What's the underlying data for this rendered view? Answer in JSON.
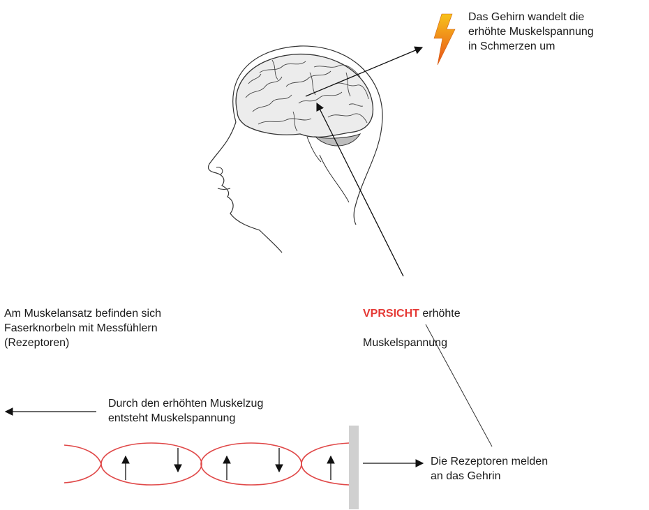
{
  "labels": {
    "brain_pain": "Das Gehirn wandelt die\nerhöhte Muskelspannung\nin Schmerzen um",
    "warning_word": "VPRSICHT",
    "tension_line1": " erhöhte",
    "tension_line2": "Muskelspannung",
    "muscle_attachment": "Am Muskelansatz befinden sich\nFaserknorbeln mit Messfühlern\n(Rezeptoren)",
    "muscle_pull": "Durch den erhöhten Muskelzug\nentsteht Muskelspannung",
    "receptors_report": "Die Rezeptoren melden\nan das Gehrin"
  },
  "colors": {
    "muscle": "#e04848",
    "warning": "#e53935",
    "bolt_top": "#f7c21a",
    "bolt_bottom": "#e8501a",
    "wall": "#d0d0d0",
    "brain_fill": "#ececec",
    "cerebellum": "#bdbdbd"
  },
  "icons": [
    "lightning-icon",
    "head-brain-illustration"
  ]
}
